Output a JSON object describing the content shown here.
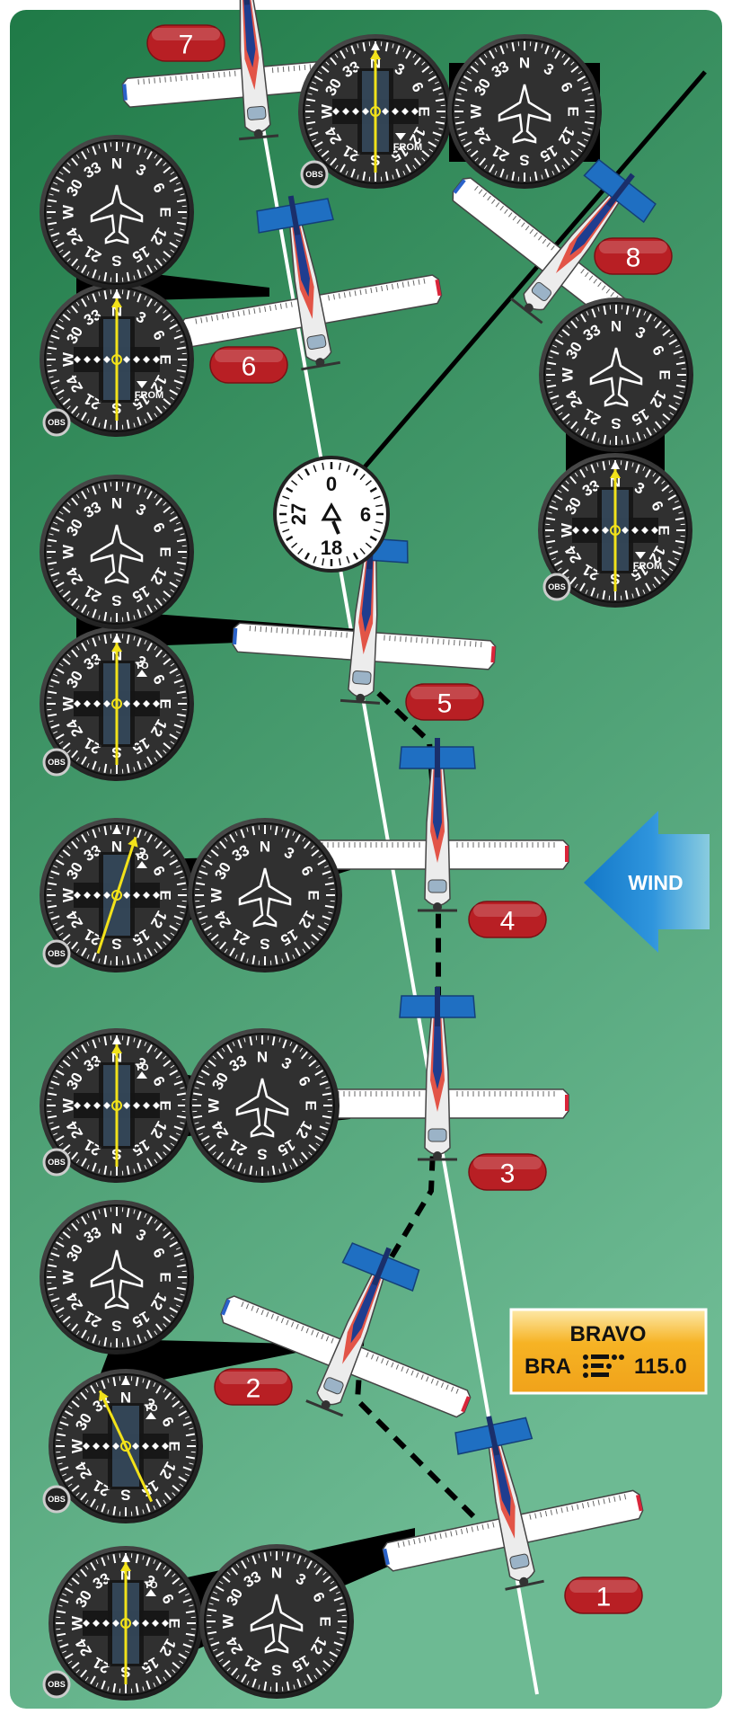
{
  "colors": {
    "panel_top": "#1f7a47",
    "panel_bottom": "#6dba93",
    "marker": "#b81f24",
    "instrument_face": "#303030",
    "needle": "#f2e21a",
    "station_box": "#f6b324",
    "wind_arrow": "#1a86d6"
  },
  "positions": [
    {
      "label": "1"
    },
    {
      "label": "2"
    },
    {
      "label": "3"
    },
    {
      "label": "4"
    },
    {
      "label": "5"
    },
    {
      "label": "6"
    },
    {
      "label": "7"
    },
    {
      "label": "8"
    }
  ],
  "wind": {
    "label": "WIND"
  },
  "station": {
    "name": "BRAVO",
    "ident": "BRA",
    "frequency": "115.0"
  },
  "compass_rose": {
    "north": "0",
    "east": "6",
    "south": "18",
    "west": "27"
  },
  "instrument": {
    "obs": "OBS",
    "to": "TO",
    "from": "FROM",
    "cardinals": {
      "n": "N",
      "e": "E",
      "s": "S",
      "w": "W"
    },
    "numbers": [
      "3",
      "6",
      "12",
      "15",
      "21",
      "24",
      "30",
      "33"
    ]
  },
  "icons": [
    "airplane-icon",
    "vor-indicator-icon",
    "heading-indicator-icon",
    "wind-arrow-icon",
    "morse-code-icon"
  ]
}
